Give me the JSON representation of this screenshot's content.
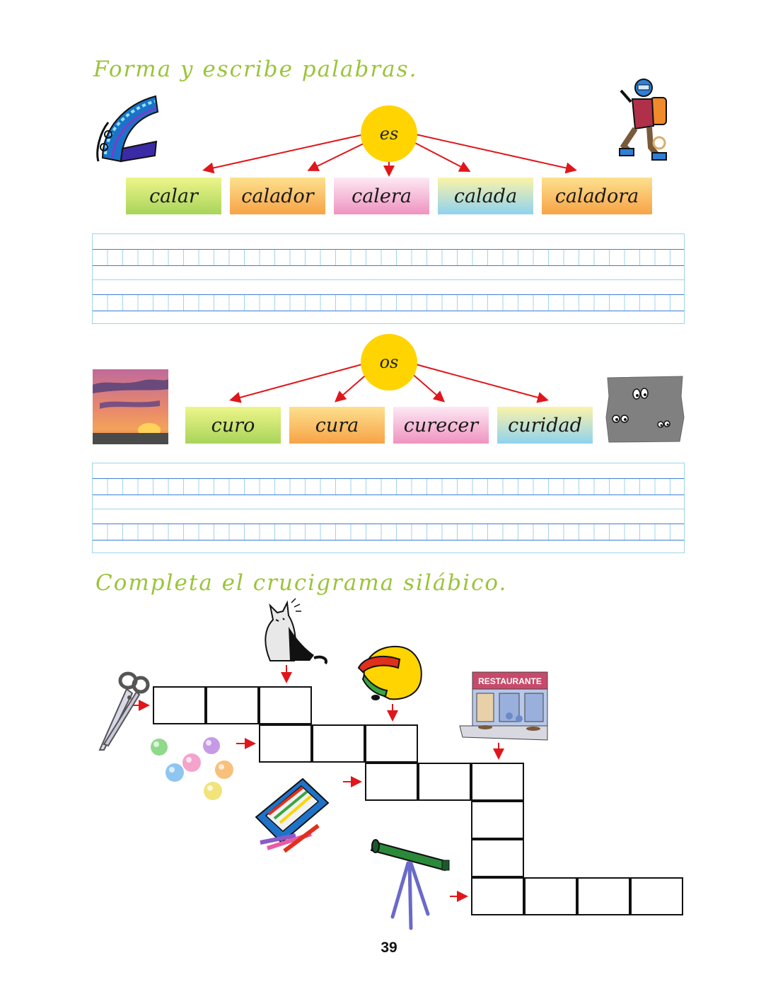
{
  "section1": {
    "title": "Forma y escribe palabras."
  },
  "group1": {
    "syllable": "es",
    "words": [
      "calar",
      "calador",
      "calera",
      "calada",
      "caladora"
    ],
    "images": [
      "staircase-image",
      "climber-image"
    ]
  },
  "group2": {
    "syllable": "os",
    "words": [
      "curo",
      "cura",
      "curecer",
      "curidad"
    ],
    "images": [
      "sunset-image",
      "dark-cave-image"
    ]
  },
  "section2": {
    "title": "Completa el crucigrama silábico."
  },
  "crossword": {
    "clue_images": [
      "scissors-image",
      "cat-image",
      "marbles-image",
      "helmet-image",
      "crayons-box-image",
      "restaurant-image",
      "telescope-image"
    ],
    "restaurant_sign": "RESTAURANTE"
  },
  "colors": {
    "title": "#9bc43a",
    "sun": "#ffd400",
    "arrow": "#e0161b",
    "ruling": "#3d7fd6"
  },
  "page_number": "39"
}
